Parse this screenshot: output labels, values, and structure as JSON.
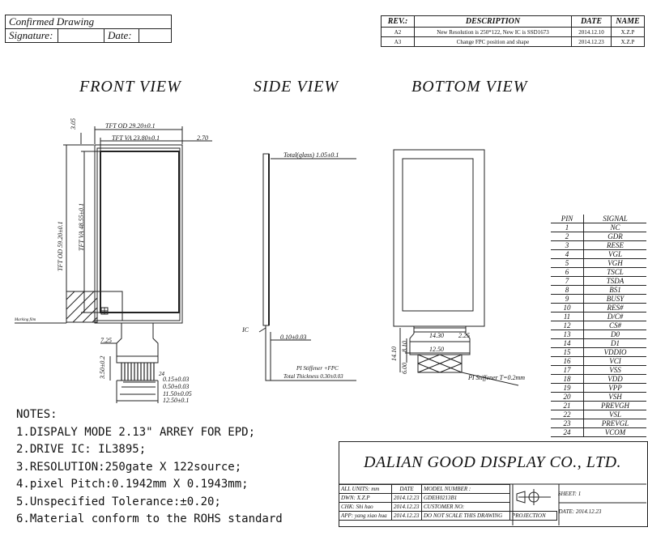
{
  "confirm_box": {
    "title": "Confirmed Drawing",
    "signature_label": "Signature:",
    "date_label": "Date:"
  },
  "revision_table": {
    "headers": [
      "REV.:",
      "DESCRIPTION",
      "DATE",
      "NAME"
    ],
    "rows": [
      {
        "rev": "A2",
        "description": "New Resolution is 250*122, New IC is SSD1673",
        "date": "2014.12.10",
        "name": "X.Z.P"
      },
      {
        "rev": "A3",
        "description": "Change FPC position and shape",
        "date": "2014.12.23",
        "name": "X.Z.P"
      }
    ]
  },
  "views": {
    "front": "FRONT VIEW",
    "side": "SIDE VIEW",
    "bottom": "BOTTOM VIEW"
  },
  "dimensions": {
    "front": {
      "tft_od_w": "TFT OD 29.20±0.1",
      "tft_va_w": "TFT VA 23.80±0.1",
      "right_margin": "2.70",
      "top_margin": "3.05",
      "tft_va_h": "TFT VA 48.55±0.1",
      "tft_od_h": "TFT OD 59.20±0.1",
      "marking": "Marking film",
      "d_7_25": "7.25",
      "d_3_50": "3.50±0.2",
      "d_24": "24",
      "d_0_15": "0.15±0.03",
      "d_0_50": "0.50±0.03",
      "d_11_50": "11.50±0.05",
      "d_12_50": "12.50±0.1"
    },
    "side": {
      "glass": "Total(glass) 1.05±0.1",
      "ic": "IC",
      "d_0_10": "0.10±0.03",
      "stiffener": "PI Stiffener +FPC",
      "thickness": "Total Thickness 0.30±0.03"
    },
    "bottom": {
      "d_14_30": "14.30",
      "d_2_25": "2.25",
      "d_8_10": "8.10",
      "d_14_10": "14.10",
      "d_12_50": "12.50",
      "d_6_00": "6.00",
      "stiffener": "PI Stiffener T=0.2mm"
    }
  },
  "pin_table": {
    "headers": [
      "PIN",
      "SIGNAL"
    ],
    "rows": [
      [
        "1",
        "NC"
      ],
      [
        "2",
        "GDR"
      ],
      [
        "3",
        "RESE"
      ],
      [
        "4",
        "VGL"
      ],
      [
        "5",
        "VGH"
      ],
      [
        "6",
        "TSCL"
      ],
      [
        "7",
        "TSDA"
      ],
      [
        "8",
        "BS1"
      ],
      [
        "9",
        "BUSY"
      ],
      [
        "10",
        "RES#"
      ],
      [
        "11",
        "D/C#"
      ],
      [
        "12",
        "CS#"
      ],
      [
        "13",
        "D0"
      ],
      [
        "14",
        "D1"
      ],
      [
        "15",
        "VDDIO"
      ],
      [
        "16",
        "VCI"
      ],
      [
        "17",
        "VSS"
      ],
      [
        "18",
        "VDD"
      ],
      [
        "19",
        "VPP"
      ],
      [
        "20",
        "VSH"
      ],
      [
        "21",
        "PREVGH"
      ],
      [
        "22",
        "VSL"
      ],
      [
        "23",
        "PREVGL"
      ],
      [
        "24",
        "VCOM"
      ]
    ]
  },
  "notes": {
    "title": "NOTES:",
    "items": [
      "1.DISPALY MODE 2.13\" ARREY FOR EPD;",
      "2.DRIVE IC: IL3895;",
      "3.RESOLUTION:250gate X 122source;",
      "4.pixel Pitch:0.1942mm X 0.1943mm;",
      "5.Unspecified Tolerance:±0.20;",
      "6.Material conform to the ROHS standard"
    ]
  },
  "title_block": {
    "company": "DALIAN GOOD DISPLAY CO., LTD.",
    "all_units": "ALL UNITS: mm",
    "date_label": "DATE",
    "model_label": "MODEL NUMBER :",
    "model": "GDEH0213B1",
    "dwn_label": "DWN:",
    "dwn": "X.Z.P",
    "dwn_date": "2014.12.23",
    "chk_label": "CHK:",
    "chk": "Shi hao",
    "chk_date": "2014.12.23",
    "customer_label": "CUSTOMER NO:",
    "app_label": "APP:",
    "app": "yang xiao hua",
    "app_date": "2014.12.23",
    "no_scale": "DO NOT SCALE THIS DRAWING",
    "projection": "PROJECTION",
    "sheet_label": "SHEET:",
    "sheet": "1",
    "date_full": "DATE: 2014.12.23"
  }
}
